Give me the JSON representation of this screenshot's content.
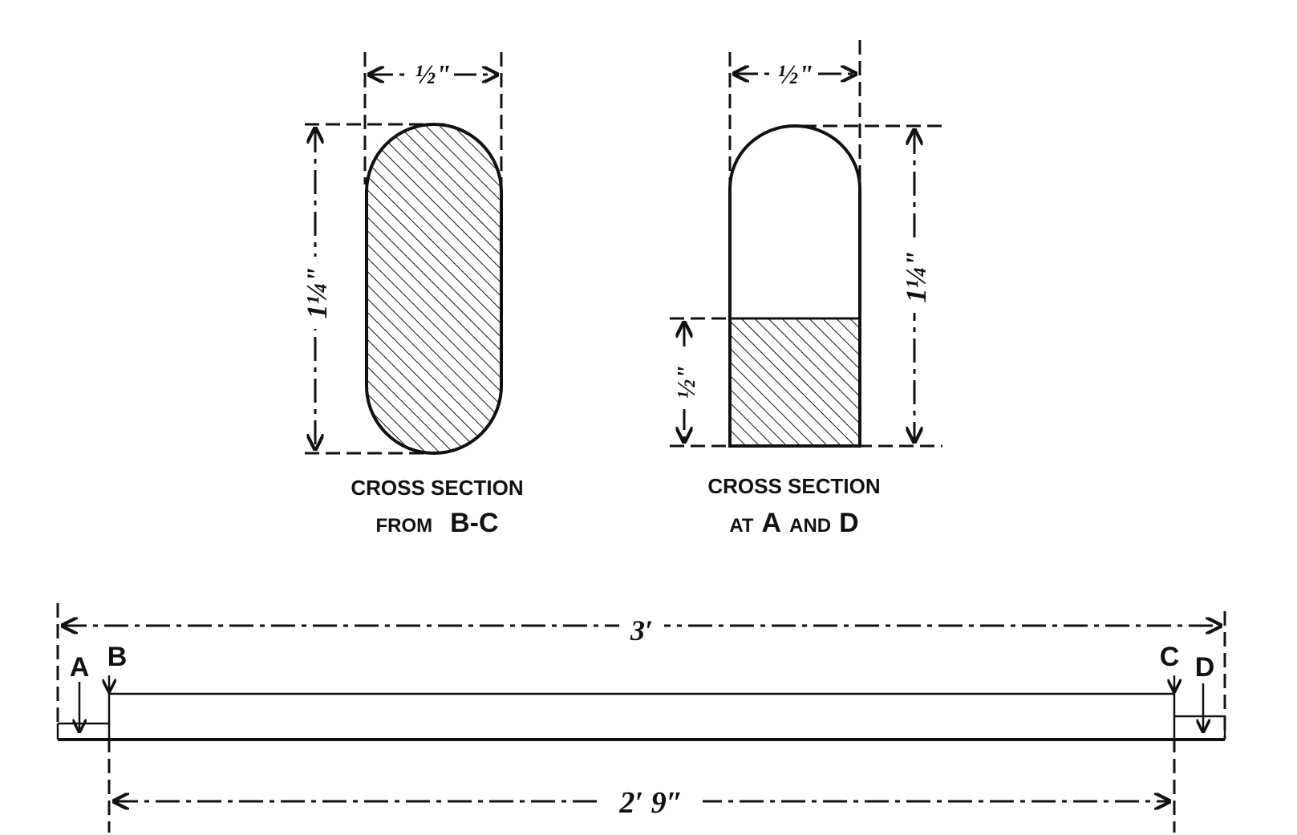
{
  "colors": {
    "ink": "#111111",
    "paper": "#ffffff"
  },
  "section_bc": {
    "title_line1": "CROSS SECTION",
    "title_line2_prefix": "FROM",
    "title_line2_ref": "B-C",
    "width_dim": "½\"",
    "height_dim": "1¼\""
  },
  "section_ad": {
    "title_line1": "CROSS SECTION",
    "title_line2_prefix": "AT",
    "title_line2_a": "A",
    "title_line2_and": "AND",
    "title_line2_d": "D",
    "width_dim": "½\"",
    "height_dim": "1¼\"",
    "hatched_dim": "½\""
  },
  "elevation": {
    "overall_length": "3′",
    "inner_length": "2′ 9″",
    "points": {
      "a": "A",
      "b": "B",
      "c": "C",
      "d": "D"
    }
  }
}
